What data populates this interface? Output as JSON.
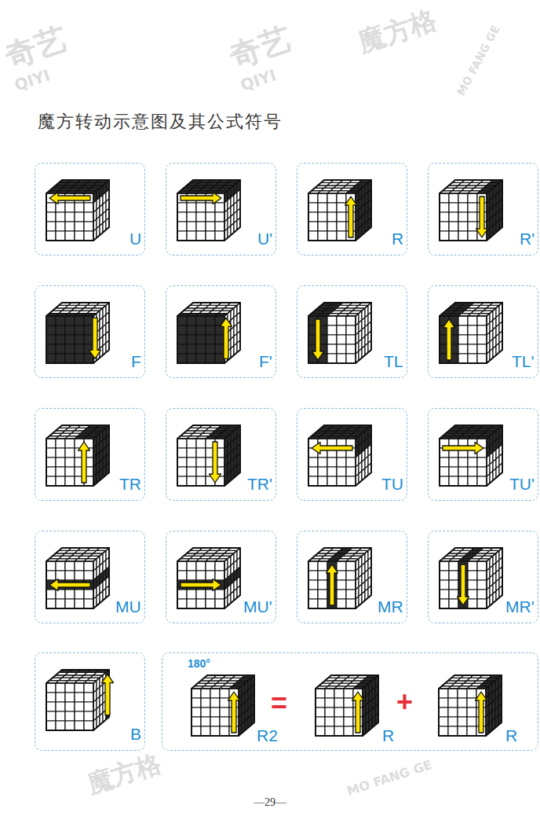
{
  "diagram": {
    "title": "魔方转动示意图及其公式符号",
    "nodes": [
      {
        "text": [
          "U"
        ]
      },
      {
        "text": [
          "U'"
        ]
      },
      {
        "text": [
          "R"
        ]
      },
      {
        "text": [
          "R'"
        ]
      },
      {
        "text": [
          "F"
        ]
      },
      {
        "text": [
          "F'"
        ]
      },
      {
        "text": [
          "TL"
        ]
      },
      {
        "text": [
          "TL'"
        ]
      },
      {
        "text": [
          "TR"
        ]
      },
      {
        "text": [
          "TR'"
        ]
      },
      {
        "text": [
          "TU"
        ]
      },
      {
        "text": [
          "TU'"
        ]
      },
      {
        "text": [
          "MU"
        ]
      },
      {
        "text": [
          "MU'"
        ]
      },
      {
        "text": [
          "MR"
        ]
      },
      {
        "text": [
          "MR'"
        ]
      },
      {
        "text": [
          "B"
        ]
      },
      {
        "text": [
          "180°",
          "R2",
          "=",
          "R",
          "+",
          "R"
        ]
      }
    ],
    "labels": [
      "—29—",
      "奇艺",
      "QIYI",
      "奇艺",
      "QIYI",
      "魔方格",
      "MO FANG GE",
      "魔方格",
      "MO FANG GE"
    ]
  }
}
